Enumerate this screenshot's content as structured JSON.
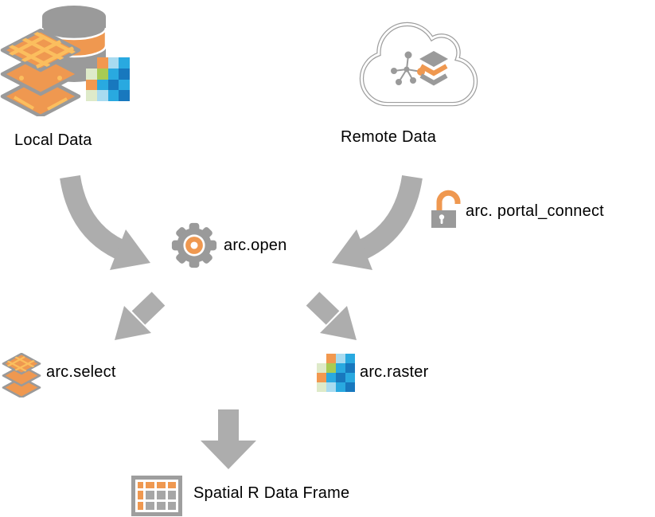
{
  "diagram": {
    "type": "flowchart",
    "nodes": {
      "local_data": {
        "label": "Local Data",
        "icon": "local-data-icon"
      },
      "remote_data": {
        "label": "Remote Data",
        "icon": "cloud-icon"
      },
      "arc_open": {
        "label": "arc.open",
        "icon": "gear-icon"
      },
      "arc_portal_connect": {
        "label": "arc. portal_connect",
        "icon": "unlock-icon"
      },
      "arc_select": {
        "label": "arc.select",
        "icon": "layers-icon"
      },
      "arc_raster": {
        "label": "arc.raster",
        "icon": "raster-grid-icon"
      },
      "spatial_r_data_frame": {
        "label": "Spatial R Data Frame",
        "icon": "table-icon"
      }
    },
    "edges": [
      {
        "from": "local_data",
        "to": "arc_open"
      },
      {
        "from": "remote_data",
        "to": "arc_open"
      },
      {
        "from": "arc_open",
        "to": "arc_select"
      },
      {
        "from": "arc_open",
        "to": "arc_raster"
      },
      {
        "from": "arc_select / arc_raster",
        "to": "spatial_r_data_frame"
      }
    ],
    "colors": {
      "orange": "#EF9850",
      "yellow_road": "#FBBE5E",
      "icon_gray": "#9A9A9A",
      "arrow_gray": "#ADADAD",
      "cloud_outline_gray": "#9E9E9E",
      "table_cell_gray": "#A6A6A6",
      "text": "#000000",
      "background": "#FFFFFF"
    },
    "raster_palette": {
      "orange": "#F2984F",
      "blue": "#29A9E0",
      "blue_dark": "#1878BE",
      "blue_light": "#A8DBF0",
      "green": "#A8CB53",
      "green_pale": "#DEEAC9"
    },
    "raster_cells": [
      [
        null,
        "#F2984F",
        "#A8DBF0",
        "#29A9E0"
      ],
      [
        "#DEEAC9",
        "#A8CB53",
        "#29A9E0",
        "#1878BE"
      ],
      [
        "#F2984F",
        "#29A9E0",
        "#1878BE",
        "#29A9E0"
      ],
      [
        "#DEEAC9",
        "#A8DBF0",
        "#29A9E0",
        "#1878BE"
      ]
    ]
  }
}
